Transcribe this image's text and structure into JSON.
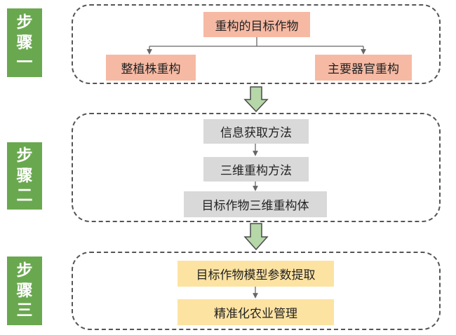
{
  "steps": [
    {
      "label_top": "步",
      "label_mid": "骤",
      "label_bottom": "一"
    },
    {
      "label_top": "步",
      "label_mid": "骤",
      "label_bottom": "二"
    },
    {
      "label_top": "步",
      "label_mid": "骤",
      "label_bottom": "三"
    }
  ],
  "step1": {
    "root": "重构的目标作物",
    "left": "整植株重构",
    "right": "主要器官重构"
  },
  "step2": {
    "items": [
      "信息获取方法",
      "三维重构方法",
      "目标作物三维重构体"
    ]
  },
  "step3": {
    "items": [
      "目标作物模型参数提取",
      "精准化农业管理"
    ]
  },
  "colors": {
    "step_green": "#6aa84f",
    "arrow_green": "#b6d7a8",
    "salmon": "#f6b9a3",
    "gray": "#d9d9d9",
    "yellow": "#fde3a2",
    "dashed_border": "#555555"
  }
}
